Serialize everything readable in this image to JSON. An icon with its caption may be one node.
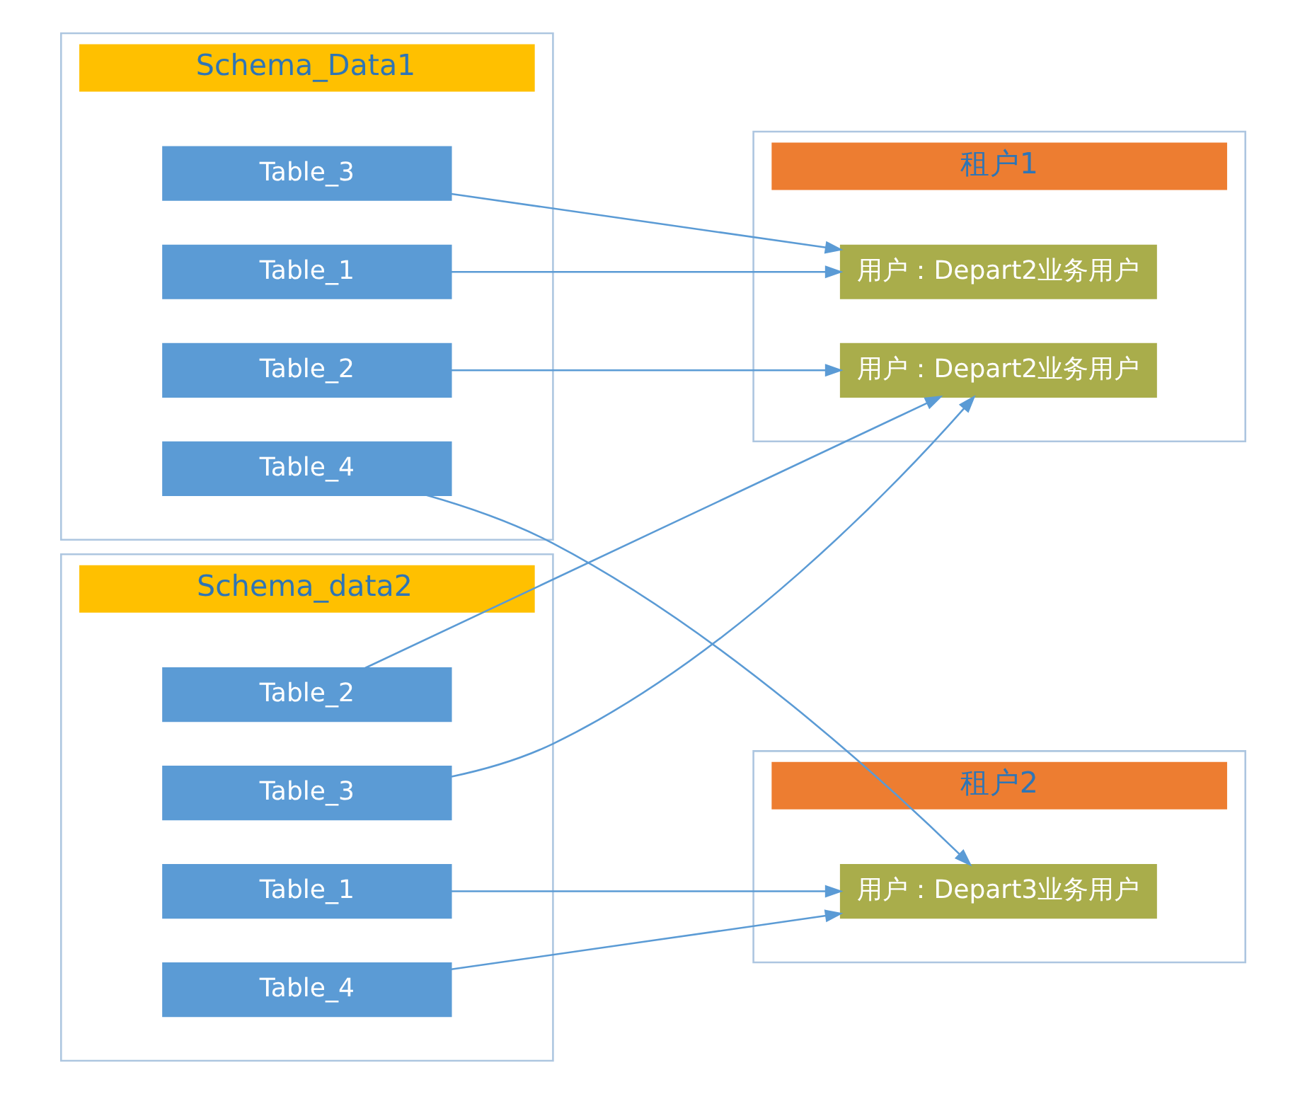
{
  "diagram": {
    "nodes": [
      {
        "text": [
          "Schema_Data1"
        ]
      },
      {
        "text": [
          "Table_1"
        ],
        "in": 0
      },
      {
        "text": [
          "Table_2"
        ],
        "in": 0
      },
      {
        "text": [
          "Table_3"
        ],
        "in": 0
      },
      {
        "text": [
          "Table_4"
        ],
        "in": 0
      },
      {
        "text": [
          "租户1"
        ]
      },
      {
        "text": [
          "用户：Depart2业务用户"
        ],
        "in": 5
      },
      {
        "text": [
          "用户：Depart2业务用户"
        ],
        "in": 5
      },
      {
        "text": [
          "Schema_data2"
        ]
      },
      {
        "text": [
          "Table_1"
        ],
        "in": 8
      },
      {
        "text": [
          "Table_2"
        ],
        "in": 8
      },
      {
        "text": [
          "Table_3"
        ],
        "in": 8
      },
      {
        "text": [
          "Table_4"
        ],
        "in": 8
      },
      {
        "text": [
          "租户2"
        ]
      },
      {
        "text": [
          "用户：Depart3业务用户"
        ],
        "in": 13
      }
    ],
    "edges": [
      {
        "from": 1,
        "to": 6,
        "arrow": "to"
      },
      {
        "from": 2,
        "to": 7,
        "arrow": "to"
      },
      {
        "from": 3,
        "to": 6,
        "arrow": "to"
      },
      {
        "from": 4,
        "to": 14,
        "arrow": "to"
      },
      {
        "from": 9,
        "to": 14,
        "arrow": "to"
      },
      {
        "from": 10,
        "to": 7,
        "arrow": "to"
      },
      {
        "from": 11,
        "to": 7,
        "arrow": "to"
      },
      {
        "from": 12,
        "to": 14,
        "arrow": "to"
      }
    ]
  }
}
